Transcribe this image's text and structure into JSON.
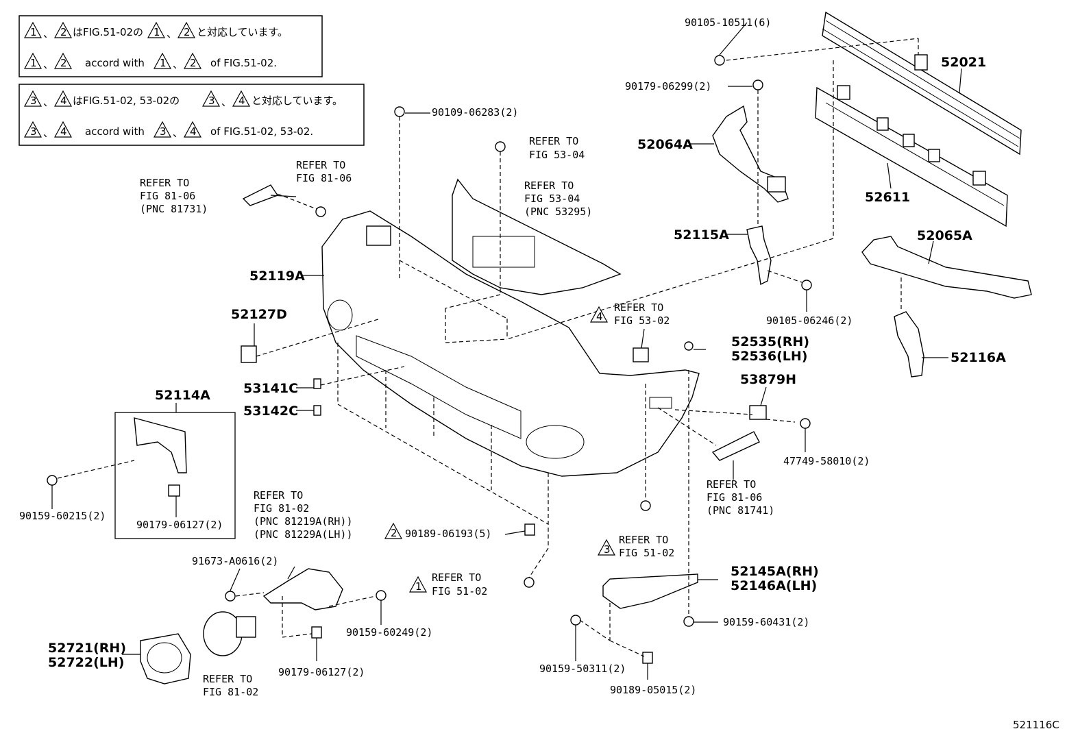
{
  "notes": {
    "box1": {
      "line1": {
        "t1": "1",
        "t2": "2",
        "text": "はFIG.51-02の",
        "t3": "1",
        "t4": "2",
        "end": "と対応しています。"
      },
      "line2": {
        "t1": "1",
        "t2": "2",
        "text": "accord with",
        "t3": "1",
        "t4": "2",
        "end": "of FIG.51-02."
      }
    },
    "box2": {
      "line1": {
        "t1": "3",
        "t2": "4",
        "text": "はFIG.51-02, 53-02の",
        "t3": "3",
        "t4": "4",
        "end": "と対応しています。"
      },
      "line2": {
        "t1": "3",
        "t2": "4",
        "text": "accord with",
        "t3": "3",
        "t4": "4",
        "end": "of FIG.51-02, 53-02."
      }
    }
  },
  "labels": {
    "p52021": "52021",
    "p52611": "52611",
    "p52064A": "52064A",
    "p52065A": "52065A",
    "p52115A": "52115A",
    "p52116A": "52116A",
    "p52119A": "52119A",
    "p52127D": "52127D",
    "p52114A": "52114A",
    "p52535": "52535(RH)",
    "p52536": "52536(LH)",
    "p53879H": "53879H",
    "p53141C": "53141C",
    "p53142C": "53142C",
    "p52145A": "52145A(RH)",
    "p52146A": "52146A(LH)",
    "p52721": "52721(RH)",
    "p52722": "52722(LH)",
    "f90105_10511": "90105-10511(6)",
    "f90179_06299": "90179-06299(2)",
    "f90109_06283": "90109-06283(2)",
    "f90105_06246": "90105-06246(2)",
    "f47749_58010": "47749-58010(2)",
    "f90159_60215": "90159-60215(2)",
    "f90179_06127a": "90179-06127(2)",
    "f90189_06193": "90189-06193(5)",
    "f91673_A0616": "91673-A0616(2)",
    "f90159_60249": "90159-60249(2)",
    "f90179_06127b": "90179-06127(2)",
    "f90159_60431": "90159-60431(2)",
    "f90159_50311": "90159-50311(2)",
    "f90189_05015": "90189-05015(2)"
  },
  "refs": {
    "r1": {
      "l1": "REFER TO",
      "l2": "FIG 53-04"
    },
    "r2": {
      "l1": "REFER TO",
      "l2": "FIG 53-04",
      "l3": "(PNC 53295)"
    },
    "r3": {
      "l1": "REFER TO",
      "l2": "FIG 81-06"
    },
    "r4": {
      "l1": "REFER TO",
      "l2": "FIG 81-06",
      "l3": "(PNC 81731)"
    },
    "r5": {
      "l1": "REFER TO",
      "l2": "FIG 53-02",
      "tri": "4"
    },
    "r6": {
      "l1": "REFER TO",
      "l2": "FIG 81-06",
      "l3": "(PNC 81741)"
    },
    "r7": {
      "l1": "REFER TO",
      "l2": "FIG 81-02",
      "l3": "(PNC 81219A(RH))",
      "l4": "(PNC 81229A(LH))"
    },
    "r8": {
      "l1": "REFER TO",
      "l2": "FIG 51-02",
      "tri": "3"
    },
    "r9": {
      "l1": "REFER TO",
      "l2": "FIG 51-02",
      "tri": "1"
    },
    "r10": {
      "l1": "REFER TO",
      "l2": "FIG 81-02"
    },
    "t2": "2"
  },
  "footer": {
    "code": "521116C"
  }
}
